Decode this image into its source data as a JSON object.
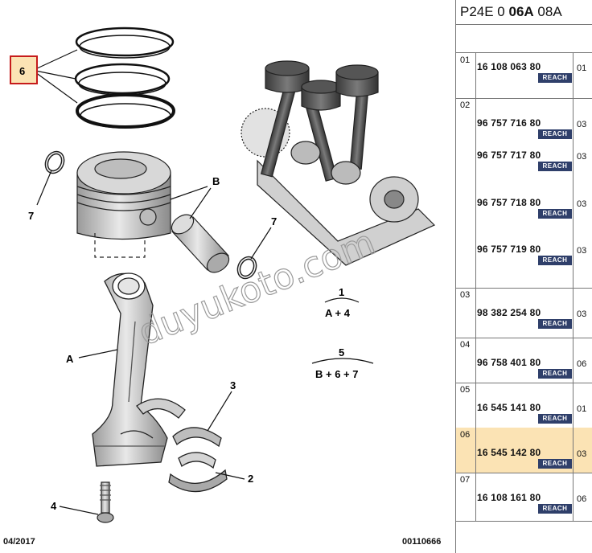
{
  "diagram": {
    "date": "04/2017",
    "code": "00110666",
    "watermark": "duyukoto.com",
    "callouts": {
      "c6": "6",
      "c7a": "7",
      "c7b": "7",
      "cB": "B",
      "cA": "A",
      "c3": "3",
      "c2": "2",
      "c4": "4",
      "g1_num": "1",
      "g1_expr": "A + 4",
      "g5_num": "5",
      "g5_expr": "B + 6 + 7"
    }
  },
  "panel": {
    "ref_prefix": "P24E 0 ",
    "ref_bold": "06A",
    "ref_suffix": " 08A",
    "badge": "REACH",
    "rows": [
      {
        "idx": "01",
        "parts": [
          {
            "pn": "16 108 063 80",
            "qty": "01"
          }
        ]
      },
      {
        "idx": "02",
        "parts": [
          {
            "pn": "96 757 716 80",
            "qty": "03"
          },
          {
            "pn": "96 757 717 80",
            "qty": "03"
          },
          {
            "pn": "96 757 718 80",
            "qty": "03"
          },
          {
            "pn": "96 757 719 80",
            "qty": "03"
          }
        ]
      },
      {
        "idx": "03",
        "parts": [
          {
            "pn": "98 382 254 80",
            "qty": "03"
          }
        ]
      },
      {
        "idx": "04",
        "parts": [
          {
            "pn": "96 758 401 80",
            "qty": "06"
          }
        ]
      },
      {
        "idx": "05",
        "parts": [
          {
            "pn": "16 545 141 80",
            "qty": "01"
          }
        ]
      },
      {
        "idx": "06",
        "parts": [
          {
            "pn": "16 545 142 80",
            "qty": "03"
          }
        ]
      },
      {
        "idx": "07",
        "parts": [
          {
            "pn": "16 108 161 80",
            "qty": "06"
          }
        ]
      }
    ]
  }
}
